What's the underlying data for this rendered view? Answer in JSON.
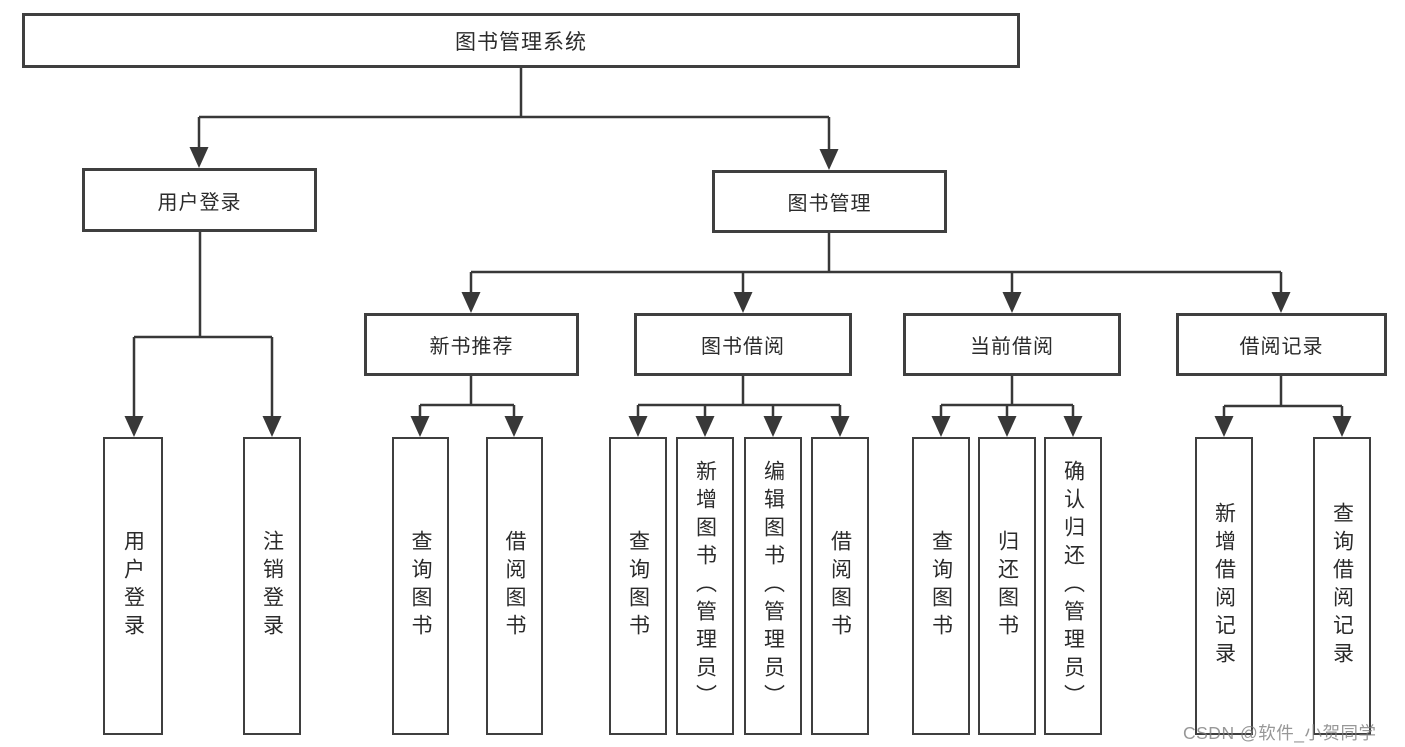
{
  "nodes": {
    "root": "图书管理系统",
    "level2": {
      "user_login": "用户登录",
      "book_mgmt": "图书管理"
    },
    "level3": {
      "new_books": "新书推荐",
      "borrowing": "图书借阅",
      "current": "当前借阅",
      "records": "借阅记录"
    },
    "leaves": {
      "login": "用户登录",
      "logout": "注销登录",
      "nb_query": "查询图书",
      "nb_borrow": "借阅图书",
      "bw_query": "查询图书",
      "bw_add": "新增图书（管理员）",
      "bw_edit": "编辑图书（管理员）",
      "bw_borrow": "借阅图书",
      "cur_query": "查询图书",
      "cur_return": "归还图书",
      "cur_confirm": "确认归还（管理员）",
      "rec_add": "新增借阅记录",
      "rec_query": "查询借阅记录"
    }
  },
  "watermark": "CSDN @软件_小贺同学"
}
